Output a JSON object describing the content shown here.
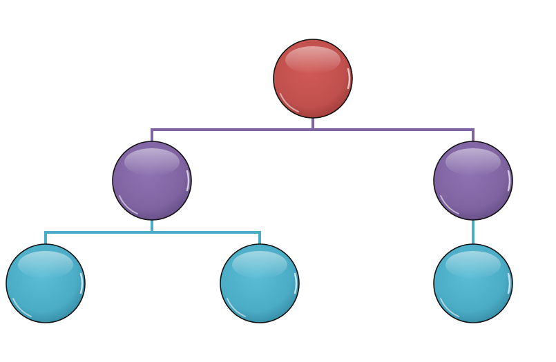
{
  "diagram": {
    "type": "hierarchy",
    "colors": {
      "root": "#C0504D",
      "level_2": "#8064A2",
      "level_3": "#4BACC6",
      "connector_upper": "#8064A2",
      "connector_lower": "#4BACC6",
      "outline": "#111111"
    },
    "nodes": [
      {
        "id": "root",
        "label": "",
        "level": 1,
        "parent": null
      },
      {
        "id": "child-left",
        "label": "",
        "level": 2,
        "parent": "root"
      },
      {
        "id": "child-right",
        "label": "",
        "level": 2,
        "parent": "root"
      },
      {
        "id": "leaf-left-1",
        "label": "",
        "level": 3,
        "parent": "child-left"
      },
      {
        "id": "leaf-left-2",
        "label": "",
        "level": 3,
        "parent": "child-left"
      },
      {
        "id": "leaf-right-1",
        "label": "",
        "level": 3,
        "parent": "child-right"
      }
    ]
  }
}
